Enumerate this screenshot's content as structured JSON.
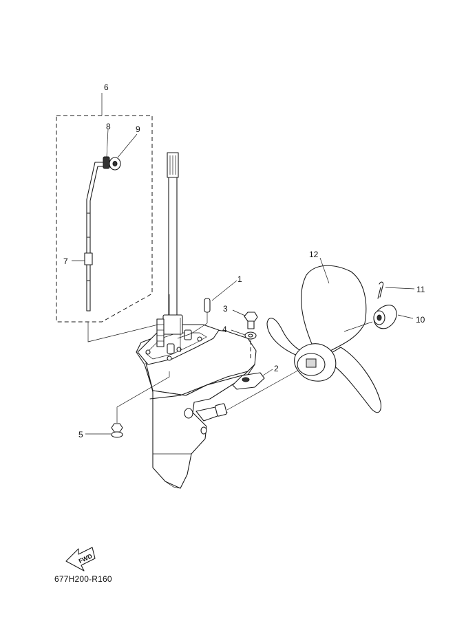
{
  "diagram": {
    "callouts": [
      {
        "id": "part-1",
        "label": "1"
      },
      {
        "id": "part-2",
        "label": "2"
      },
      {
        "id": "part-3",
        "label": "3"
      },
      {
        "id": "part-4",
        "label": "4"
      },
      {
        "id": "part-5",
        "label": "5"
      },
      {
        "id": "part-6",
        "label": "6"
      },
      {
        "id": "part-7",
        "label": "7"
      },
      {
        "id": "part-8",
        "label": "8"
      },
      {
        "id": "part-9",
        "label": "9"
      },
      {
        "id": "part-10",
        "label": "10"
      },
      {
        "id": "part-11",
        "label": "11"
      },
      {
        "id": "part-12",
        "label": "12"
      }
    ],
    "fwd_label": "FWD",
    "drawing_code": "677H200-R160"
  }
}
